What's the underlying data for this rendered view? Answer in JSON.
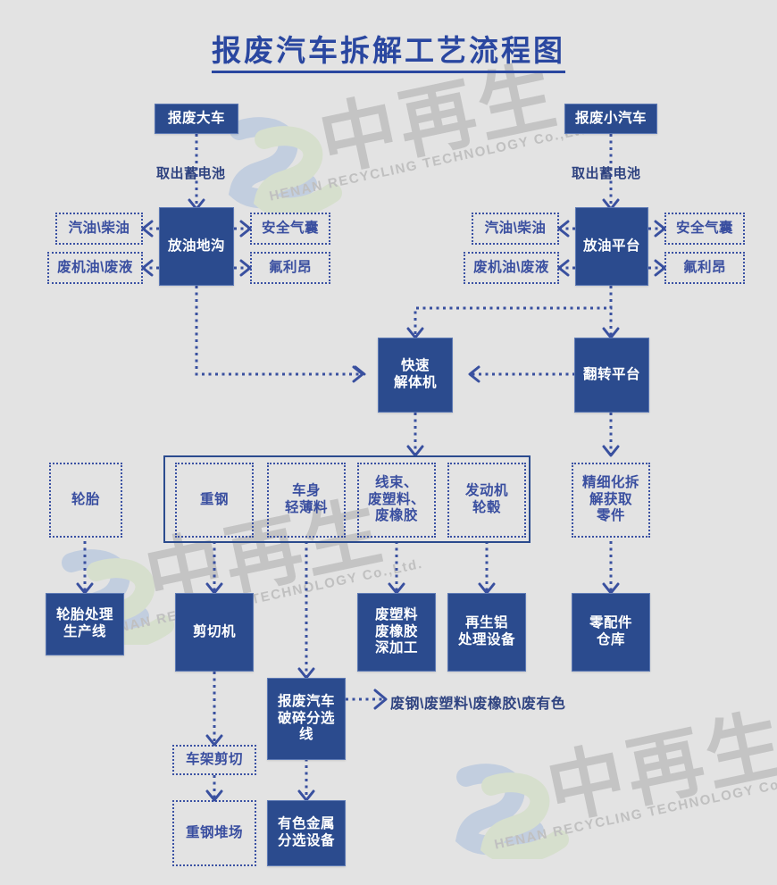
{
  "title": "报废汽车拆解工艺流程图",
  "watermark": {
    "brand_cn": "中再生",
    "brand_en": "HENAN RECYCLING TECHNOLOGY Co.,Ltd."
  },
  "colors": {
    "background": "#e3e3e3",
    "solid_box_fill": "#2b4b8e",
    "solid_box_border": "#5e7ab5",
    "dashed_box_border": "#3a51a3",
    "text_blue": "#2f4380",
    "title_blue": "#2a47a0",
    "connector": "#39509f",
    "watermark_gray": "#c4c4c4",
    "watermark_logo_blue": "#a8bedd",
    "watermark_logo_green": "#cddcbc"
  },
  "nodes": {
    "scrap_truck": "报废大车",
    "scrap_car": "报废小汽车",
    "oil_pit": "放油地沟",
    "oil_platform": "放油平台",
    "fast_dismantler": "快速\n解体机",
    "flip_platform": "翻转平台",
    "tire": "轮胎",
    "heavy_steel": "重钢",
    "body_thin_material": "车身\n轻薄料",
    "wire_plastic_rubber": "线束、\n废塑料、\n废橡胶",
    "engine_hub": "发动机\n轮毂",
    "fine_dismantle_parts": "精细化拆\n解获取\n零件",
    "tire_line": "轮胎处理\n生产线",
    "shear_machine": "剪切机",
    "plastic_rubber_deep": "废塑料\n废橡胶\n深加工",
    "recycled_aluminum": "再生铝\n处理设备",
    "parts_warehouse": "零配件\n仓库",
    "shredder_line": "报废汽车\n破碎分选\n线",
    "frame_shear": "车架剪切",
    "heavy_steel_yard": "重钢堆场",
    "nonferrous_sorting": "有色金属\n分选设备"
  },
  "byproducts": {
    "gasoline_diesel_left": "汽油\\柴油",
    "waste_oil_left": "废机油\\废液",
    "airbag_left": "安全气囊",
    "freon_left": "氟利昂",
    "gasoline_diesel_right": "汽油\\柴油",
    "waste_oil_right": "废机油\\废液",
    "airbag_right": "安全气囊",
    "freon_right": "氟利昂",
    "shredder_output": "废钢\\废塑料\\废橡胶\\废有色"
  },
  "edge_labels": {
    "battery_left": "取出蓄电池",
    "battery_right": "取出蓄电池"
  },
  "flow": [
    {
      "from": "报废大车",
      "to": "放油地沟",
      "label": "取出蓄电池"
    },
    {
      "from": "报废小汽车",
      "to": "放油平台",
      "label": "取出蓄电池"
    },
    {
      "from": "放油地沟",
      "to": "汽油\\柴油",
      "label": ""
    },
    {
      "from": "放油地沟",
      "to": "废机油\\废液",
      "label": ""
    },
    {
      "from": "放油地沟",
      "to": "安全气囊",
      "label": ""
    },
    {
      "from": "放油地沟",
      "to": "氟利昂",
      "label": ""
    },
    {
      "from": "放油平台",
      "to": "汽油\\柴油",
      "label": ""
    },
    {
      "from": "放油平台",
      "to": "废机油\\废液",
      "label": ""
    },
    {
      "from": "放油平台",
      "to": "安全气囊",
      "label": ""
    },
    {
      "from": "放油平台",
      "to": "氟利昂",
      "label": ""
    },
    {
      "from": "放油地沟",
      "to": "快速解体机",
      "label": ""
    },
    {
      "from": "放油平台",
      "to": "快速解体机",
      "label": ""
    },
    {
      "from": "放油平台",
      "to": "翻转平台",
      "label": ""
    },
    {
      "from": "翻转平台",
      "to": "快速解体机",
      "label": ""
    },
    {
      "from": "快速解体机",
      "to": "重钢",
      "label": ""
    },
    {
      "from": "翻转平台",
      "to": "精细化拆解获取零件",
      "label": ""
    },
    {
      "from": "轮胎",
      "to": "轮胎处理生产线",
      "label": ""
    },
    {
      "from": "重钢",
      "to": "剪切机",
      "label": ""
    },
    {
      "from": "车身轻薄料",
      "to": "报废汽车破碎分选线",
      "label": ""
    },
    {
      "from": "线束、废塑料、废橡胶",
      "to": "废塑料废橡胶深加工",
      "label": ""
    },
    {
      "from": "发动机轮毂",
      "to": "再生铝处理设备",
      "label": ""
    },
    {
      "from": "精细化拆解获取零件",
      "to": "零配件仓库",
      "label": ""
    },
    {
      "from": "剪切机",
      "to": "车架剪切",
      "label": ""
    },
    {
      "from": "车架剪切",
      "to": "重钢堆场",
      "label": ""
    },
    {
      "from": "报废汽车破碎分选线",
      "to": "有色金属分选设备",
      "label": ""
    },
    {
      "from": "报废汽车破碎分选线",
      "to": "废钢\\废塑料\\废橡胶\\废有色",
      "label": ""
    }
  ]
}
